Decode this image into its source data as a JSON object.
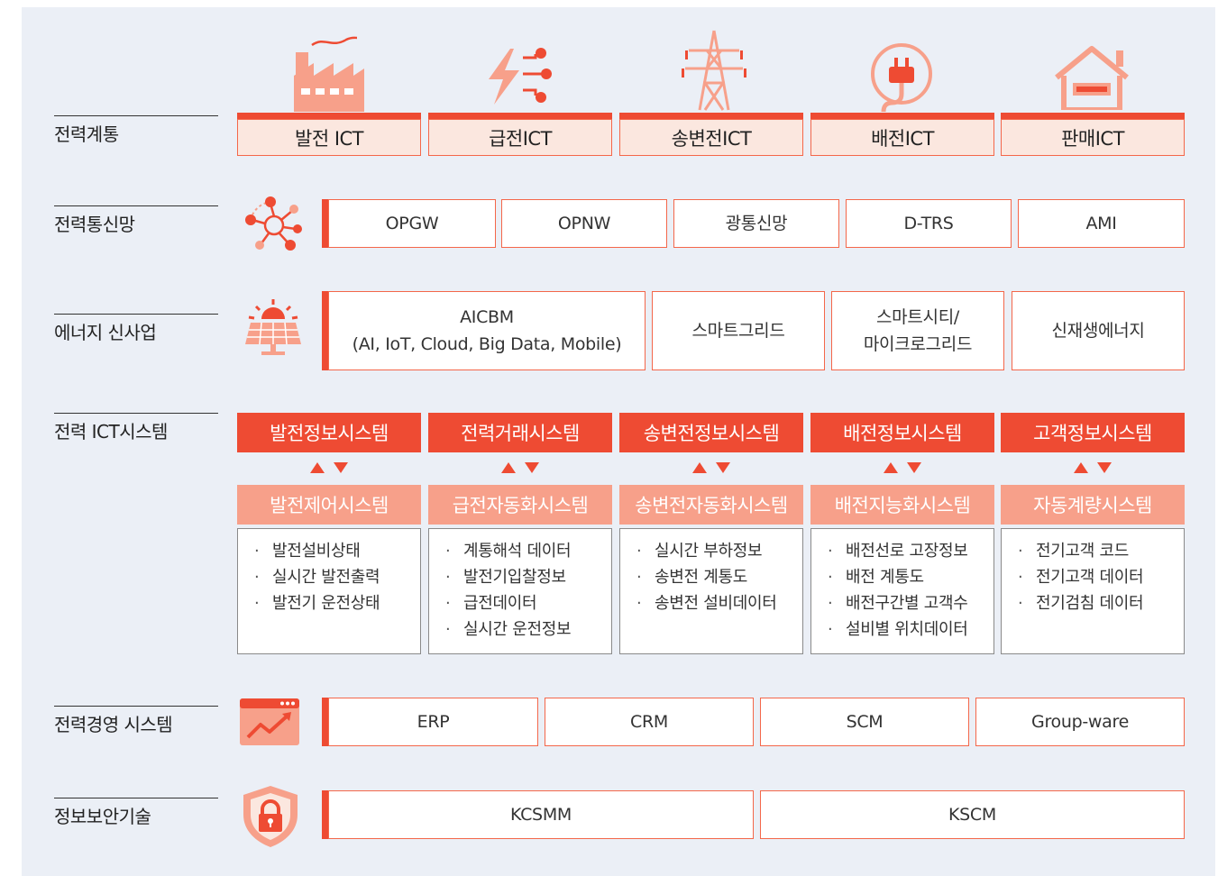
{
  "rows": {
    "grid": {
      "label": "전력계통",
      "cells": [
        "발전 ICT",
        "급전ICT",
        "송변전ICT",
        "배전ICT",
        "판매ICT"
      ]
    },
    "network": {
      "label": "전력통신망",
      "items": [
        "OPGW",
        "OPNW",
        "광통신망",
        "D-TRS",
        "AMI"
      ]
    },
    "energy": {
      "label": "에너지 신사업",
      "items": [
        {
          "line1": "AICBM",
          "line2": "(AI, IoT, Cloud, Big Data, Mobile)"
        },
        {
          "line1": "스마트그리드",
          "line2": ""
        },
        {
          "line1": "스마트시티/",
          "line2": "마이크로그리드"
        },
        {
          "line1": "신재생에너지",
          "line2": ""
        }
      ]
    },
    "ict_system": {
      "label": "전력 ICT시스템",
      "columns": [
        {
          "top": "발전정보시스템",
          "mid": "발전제어시스템",
          "details": [
            "발전설비상태",
            "실시간 발전출력",
            "발전기 운전상태"
          ]
        },
        {
          "top": "전력거래시스템",
          "mid": "급전자동화시스템",
          "details": [
            "계통해석 데이터",
            "발전기입찰정보",
            "급전데이터",
            "실시간 운전정보"
          ]
        },
        {
          "top": "송변전정보시스템",
          "mid": "송변전자동화시스템",
          "details": [
            "실시간 부하정보",
            "송변전 계통도",
            "송변전 설비데이터"
          ]
        },
        {
          "top": "배전정보시스템",
          "mid": "배전지능화시스템",
          "details": [
            "배전선로 고장정보",
            "배전 계통도",
            "배전구간별 고객수",
            "설비별 위치데이터"
          ]
        },
        {
          "top": "고객정보시스템",
          "mid": "자동계량시스템",
          "details": [
            "전기고객 코드",
            "전기고객 데이터",
            "전기검침 데이터"
          ]
        }
      ],
      "bullet": "·"
    },
    "management": {
      "label": "전력경영 시스템",
      "items": [
        "ERP",
        "CRM",
        "SCM",
        "Group-ware"
      ]
    },
    "security": {
      "label": "정보보안기술",
      "items": [
        "KCSMM",
        "KSCM"
      ]
    }
  },
  "colors": {
    "accent": "#ee4b33",
    "light_accent": "#f7a08a",
    "pale_fill": "#fbe7df",
    "background": "#ebeff6"
  },
  "icons": [
    "factory-icon",
    "dispatch-bolt-icon",
    "transmission-tower-icon",
    "power-plug-icon",
    "house-meter-icon",
    "network-hub-icon",
    "solar-panel-icon",
    "browser-chart-icon",
    "shield-lock-icon"
  ]
}
